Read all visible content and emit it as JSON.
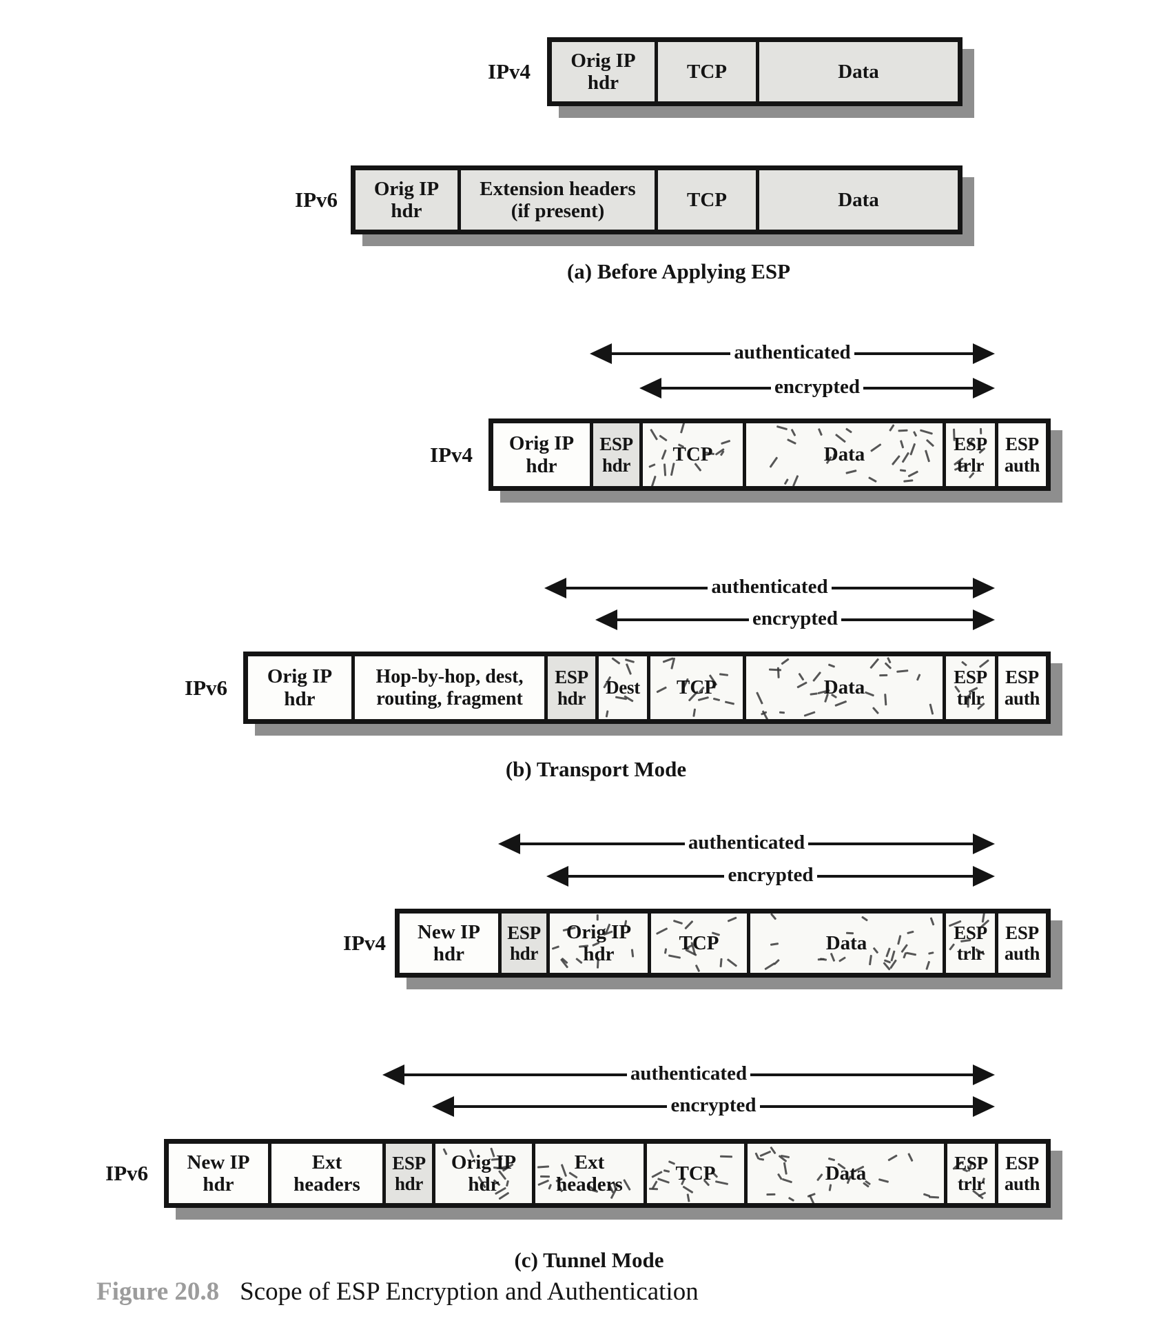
{
  "colors": {
    "box_gray": "#e3e3e0",
    "box_white": "#fdfdfb",
    "speckle_bg": "#f9f9f6",
    "border": "#141414",
    "shadow": "#8e8e8e",
    "figure_label_gray": "#9c9c9c"
  },
  "arrow_labels": {
    "authenticated": "authenticated",
    "encrypted": "encrypted"
  },
  "sections": {
    "a": {
      "caption": "(a) Before Applying ESP",
      "ipv4": {
        "label": "IPv4",
        "cells": [
          "Orig IP\nhdr",
          "TCP",
          "Data"
        ]
      },
      "ipv6": {
        "label": "IPv6",
        "cells": [
          "Orig IP\nhdr",
          "Extension headers\n(if present)",
          "TCP",
          "Data"
        ]
      }
    },
    "b": {
      "caption": "(b) Transport Mode",
      "ipv4": {
        "label": "IPv4",
        "cells": [
          "Orig IP\nhdr",
          "ESP\nhdr",
          "TCP",
          "Data",
          "ESP\ntrlr",
          "ESP\nauth"
        ]
      },
      "ipv6": {
        "label": "IPv6",
        "cells": [
          "Orig IP\nhdr",
          "Hop-by-hop, dest,\nrouting, fragment",
          "ESP\nhdr",
          "Dest",
          "TCP",
          "Data",
          "ESP\ntrlr",
          "ESP\nauth"
        ]
      }
    },
    "c": {
      "caption": "(c) Tunnel Mode",
      "ipv4": {
        "label": "IPv4",
        "cells": [
          "New IP\nhdr",
          "ESP\nhdr",
          "Orig IP\nhdr",
          "TCP",
          "Data",
          "ESP\ntrlr",
          "ESP\nauth"
        ]
      },
      "ipv6": {
        "label": "IPv6",
        "cells": [
          "New IP\nhdr",
          "Ext\nheaders",
          "ESP\nhdr",
          "Orig IP\nhdr",
          "Ext\nheaders",
          "TCP",
          "Data",
          "ESP\ntrlr",
          "ESP\nauth"
        ]
      }
    }
  },
  "figure": {
    "label": "Figure 20.8",
    "title": "Scope of ESP Encryption and Authentication"
  }
}
